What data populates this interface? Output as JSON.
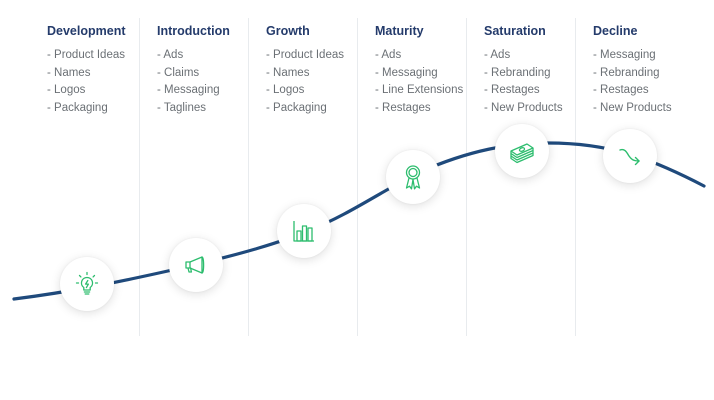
{
  "stages": [
    {
      "title": "Development",
      "items": [
        "- Product Ideas",
        "- Names",
        "- Logos",
        "- Packaging"
      ],
      "icon": "lightbulb-icon"
    },
    {
      "title": "Introduction",
      "items": [
        "- Ads",
        "- Claims",
        "- Messaging",
        "- Taglines"
      ],
      "icon": "megaphone-icon"
    },
    {
      "title": "Growth",
      "items": [
        "- Product Ideas",
        "- Names",
        "- Logos",
        "- Packaging"
      ],
      "icon": "bar-chart-icon"
    },
    {
      "title": "Maturity",
      "items": [
        "- Ads",
        "- Messaging",
        "- Line Extensions",
        "- Restages"
      ],
      "icon": "award-ribbon-icon"
    },
    {
      "title": "Saturation",
      "items": [
        "- Ads",
        "- Rebranding",
        "- Restages",
        "- New Products"
      ],
      "icon": "money-stack-icon"
    },
    {
      "title": "Decline",
      "items": [
        "- Messaging",
        "- Rebranding",
        "- Restages",
        "- New Products"
      ],
      "icon": "decline-arrow-icon"
    }
  ],
  "colors": {
    "title": "#243b6b",
    "text": "#6b7075",
    "curve": "#1f4a7c",
    "icon": "#2dbd6e",
    "divider": "#e8ebee"
  }
}
